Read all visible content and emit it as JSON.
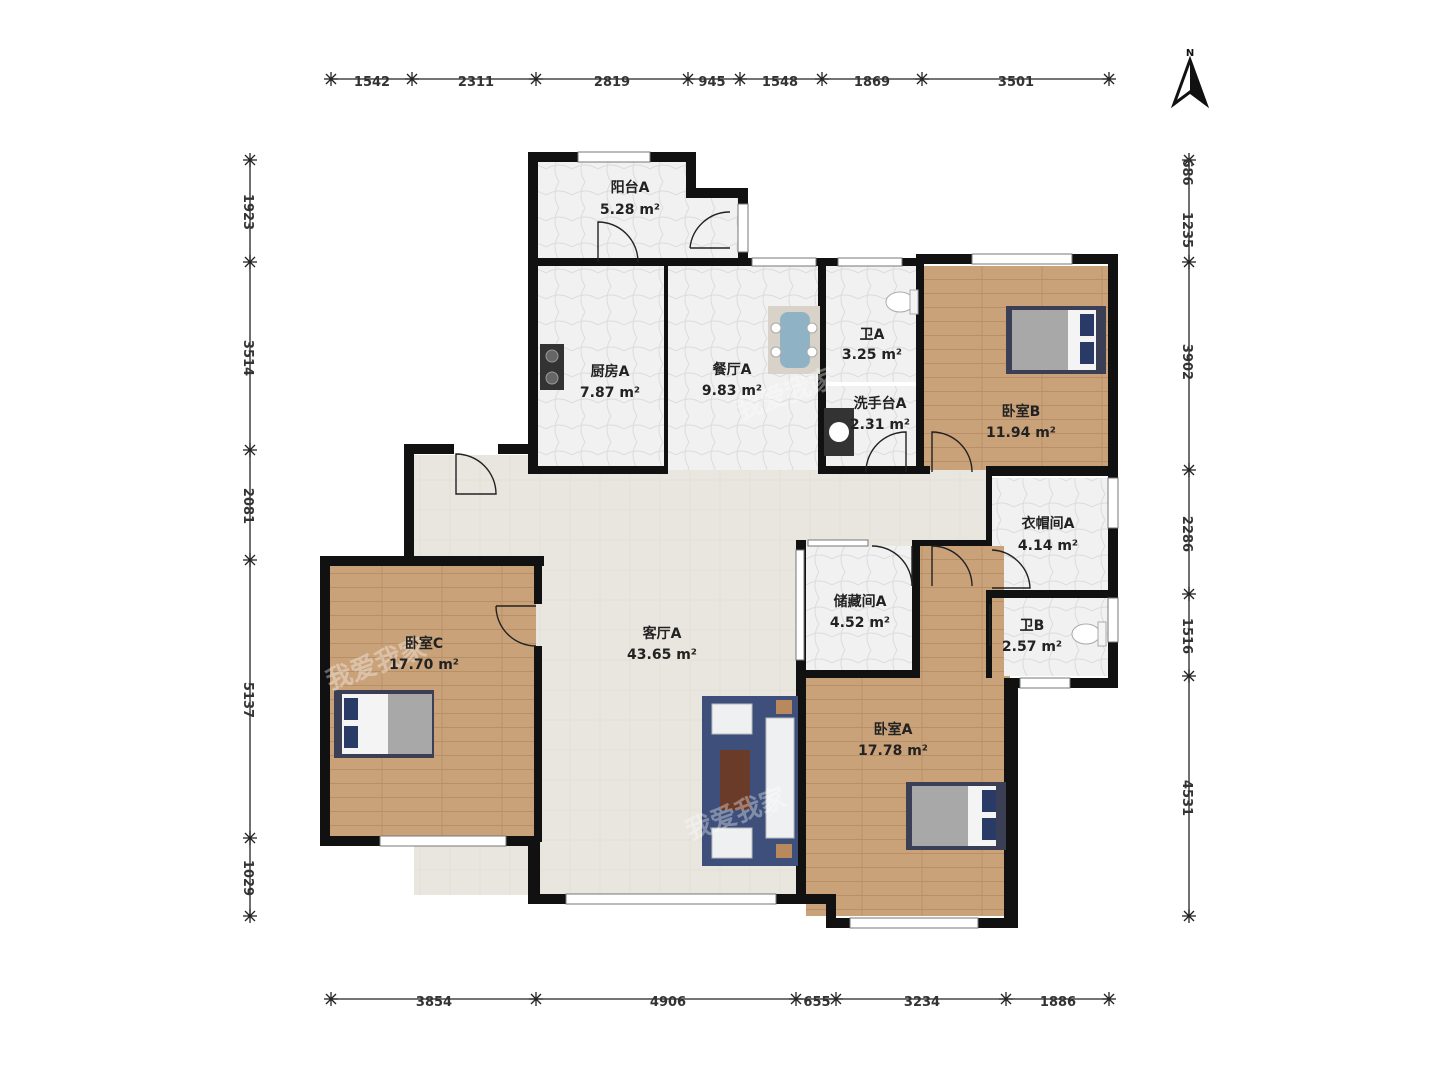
{
  "rooms": {
    "balcony_a": {
      "name": "阳台A",
      "area": "5.28 m²"
    },
    "kitchen_a": {
      "name": "厨房A",
      "area": "7.87 m²"
    },
    "dining_a": {
      "name": "餐厅A",
      "area": "9.83 m²"
    },
    "bath_a": {
      "name": "卫A",
      "area": "3.25 m²"
    },
    "washbasin_a": {
      "name": "洗手台A",
      "area": "2.31 m²"
    },
    "bedroom_b": {
      "name": "卧室B",
      "area": "11.94 m²"
    },
    "cloakroom_a": {
      "name": "衣帽间A",
      "area": "4.14 m²"
    },
    "storage_a": {
      "name": "储藏间A",
      "area": "4.52 m²"
    },
    "bath_b": {
      "name": "卫B",
      "area": "2.57 m²"
    },
    "living_a": {
      "name": "客厅A",
      "area": "43.65 m²"
    },
    "bedroom_c": {
      "name": "卧室C",
      "area": "17.70 m²"
    },
    "bedroom_a": {
      "name": "卧室A",
      "area": "17.78 m²"
    }
  },
  "dimensions": {
    "top": [
      "1542",
      "2311",
      "2819",
      "945",
      "1548",
      "1869",
      "3501"
    ],
    "bottom": [
      "3854",
      "4906",
      "655",
      "3234",
      "1886"
    ],
    "left": [
      "1923",
      "3514",
      "2081",
      "5137",
      "1029"
    ],
    "right": [
      "686",
      "1235",
      "3902",
      "2286",
      "1516",
      "4531"
    ]
  },
  "compass": {
    "label": "N"
  },
  "watermark": "我爱我家",
  "colors": {
    "wall": "#111111",
    "wood_floor": "#c9a27a",
    "tile_floor": "#ececec",
    "living_floor": "#e8e4dc",
    "rug": "#3d4f7a"
  }
}
